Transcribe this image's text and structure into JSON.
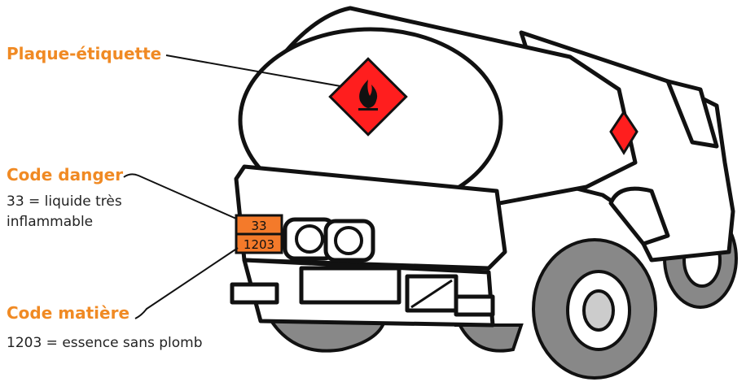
{
  "labels": {
    "plaque": {
      "title": "Plaque-étiquette"
    },
    "danger": {
      "title": "Code danger",
      "desc_line1": "33 = liquide très",
      "desc_line2": "inflammable"
    },
    "matiere": {
      "title": "Code matière",
      "desc": "1203 = essence sans plomb"
    }
  },
  "plate": {
    "danger_code": "33",
    "substance_code": "1203"
  },
  "icons": {
    "hazard": "flammable-flame-icon"
  },
  "colors": {
    "accent": "#f08a24",
    "hazard_red": "#ff1e1e",
    "plate_orange": "#f47a2a",
    "outline": "#111111"
  }
}
